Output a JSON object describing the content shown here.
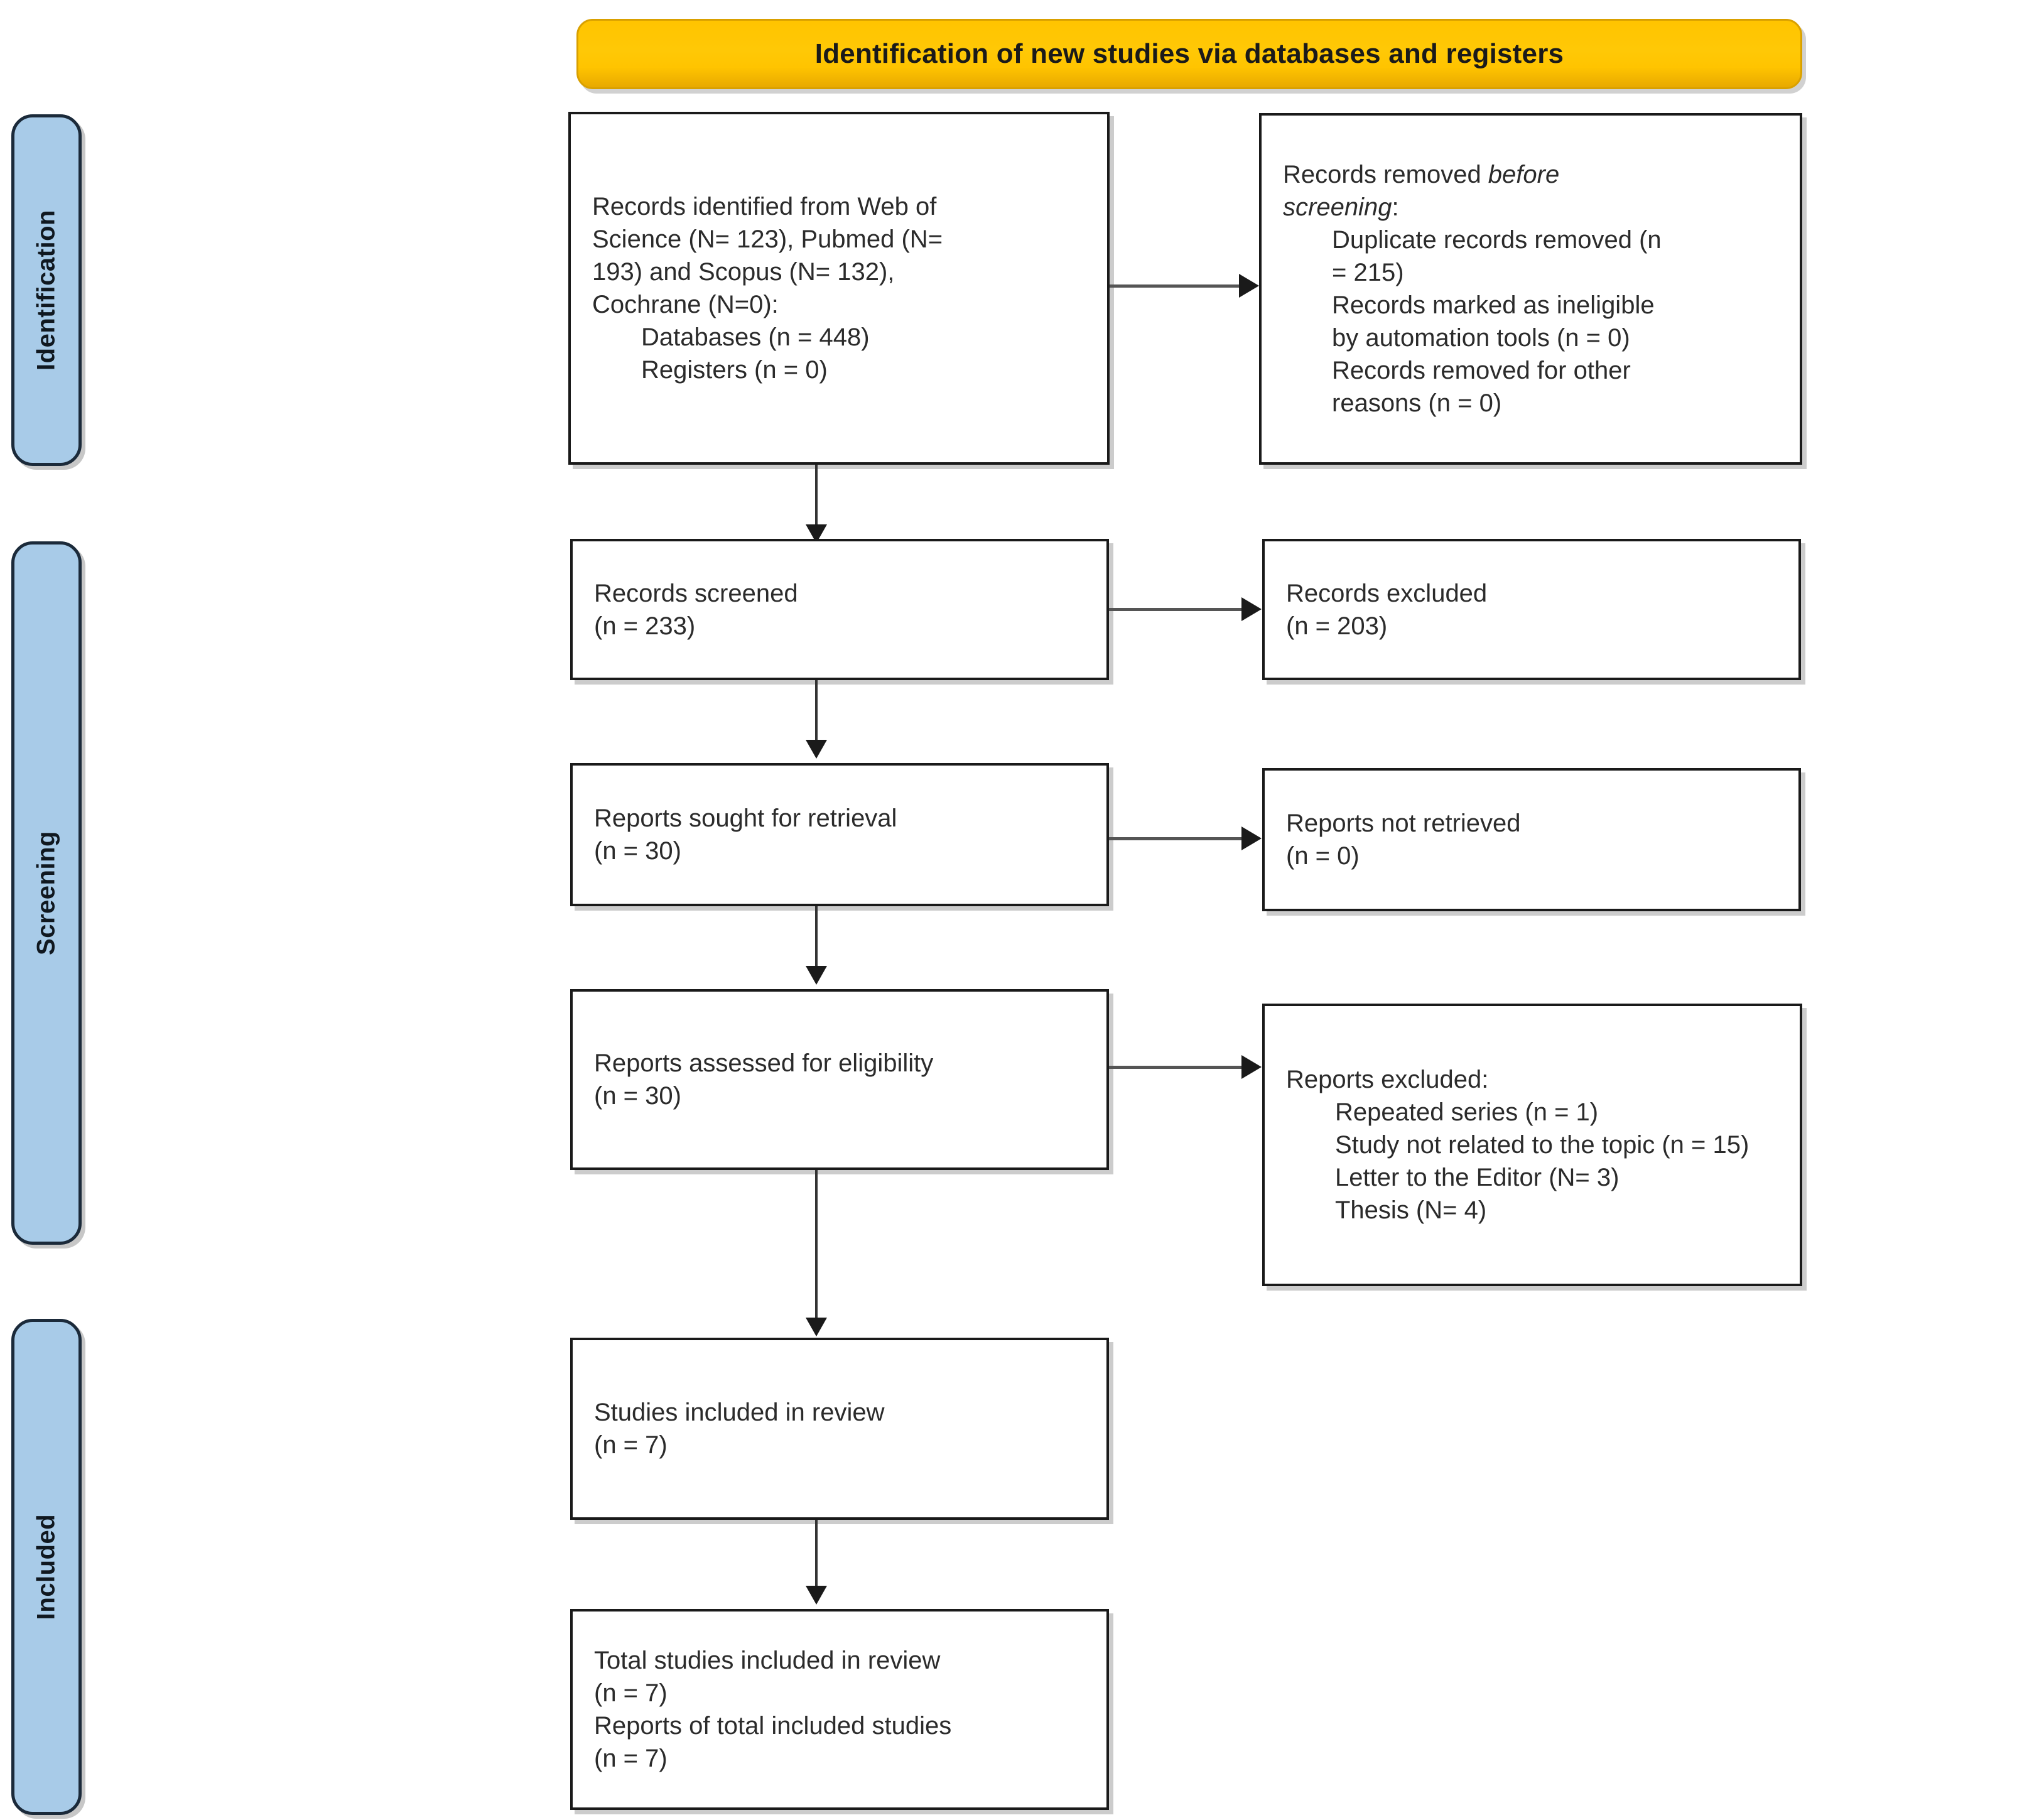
{
  "diagram": {
    "type": "prisma-flow-diagram",
    "banner": {
      "title": "Identification of new studies via databases and registers",
      "color": "#FFC400"
    },
    "stages": [
      {
        "id": "identification",
        "label": "Identification",
        "color": "#A8CBE8"
      },
      {
        "id": "screening",
        "label": "Screening",
        "color": "#A8CBE8"
      },
      {
        "id": "included",
        "label": "Included",
        "color": "#A8CBE8"
      }
    ],
    "boxes": {
      "records_identified": {
        "line1": "Records identified from Web of",
        "line2": "Science (N= 123), Pubmed (N=",
        "line3": "193) and Scopus (N= 132),",
        "line4": "Cochrane (N=0):",
        "line5": "Databases (n = 448)",
        "line6": "Registers (n = 0)"
      },
      "records_removed": {
        "line1_plain": "Records removed ",
        "line1_italic": "before",
        "line2_italic": "screening",
        "line2_plain": ":",
        "line3": "Duplicate records removed (n",
        "line4": "= 215)",
        "line5": "Records marked as ineligible",
        "line6": "by automation tools (n = 0)",
        "line7": "Records removed for other",
        "line8": "reasons (n = 0)"
      },
      "records_screened": {
        "line1": "Records screened",
        "line2": "(n = 233)"
      },
      "records_excluded": {
        "line1": "Records excluded",
        "line2": "(n = 203)"
      },
      "reports_sought": {
        "line1": "Reports sought for retrieval",
        "line2": "(n = 30)"
      },
      "reports_not_retrieved": {
        "line1": "Reports not retrieved",
        "line2": "(n = 0)"
      },
      "reports_assessed": {
        "line1": "Reports assessed for eligibility",
        "line2": "(n = 30)"
      },
      "reports_excluded": {
        "line1": "Reports excluded:",
        "line2": "Repeated series (n = 1)",
        "line3": "Study not related to the topic (n = 15)",
        "line4": "Letter to the Editor (N= 3)",
        "line5": "Thesis (N= 4)"
      },
      "studies_included": {
        "line1": "Studies included in review",
        "line2": "(n = 7)"
      },
      "total_included": {
        "line1": "Total studies included in review",
        "line2": "(n = 7)",
        "line3": "Reports of total included studies",
        "line4": "(n = 7)"
      }
    }
  }
}
